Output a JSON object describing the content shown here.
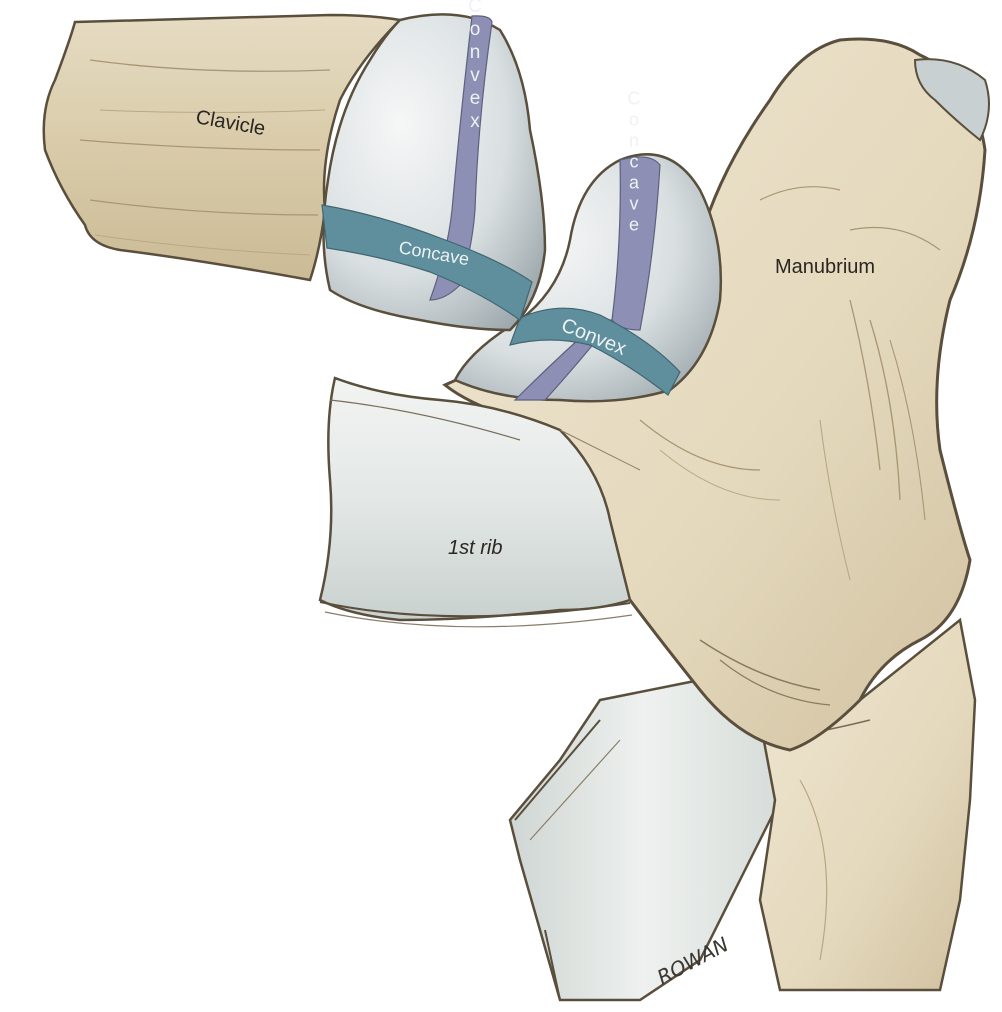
{
  "labels": {
    "clavicle": "Clavicle",
    "manubrium": "Manubrium",
    "first_rib": "1st rib"
  },
  "clavicle_surface": {
    "vertical_band": "Convex",
    "horizontal_band": "Concave"
  },
  "manubrium_surface": {
    "vertical_band": "Concave",
    "horizontal_band": "Convex"
  },
  "signature": "ROWAN",
  "colors": {
    "bone": "#e6dcc3",
    "bone_shadow": "#b8a682",
    "cartilage": "#dfe4e6",
    "convex_band": "#8e8fb4",
    "concave_band": "#5f8e9c",
    "outline": "#5a4e3c"
  }
}
